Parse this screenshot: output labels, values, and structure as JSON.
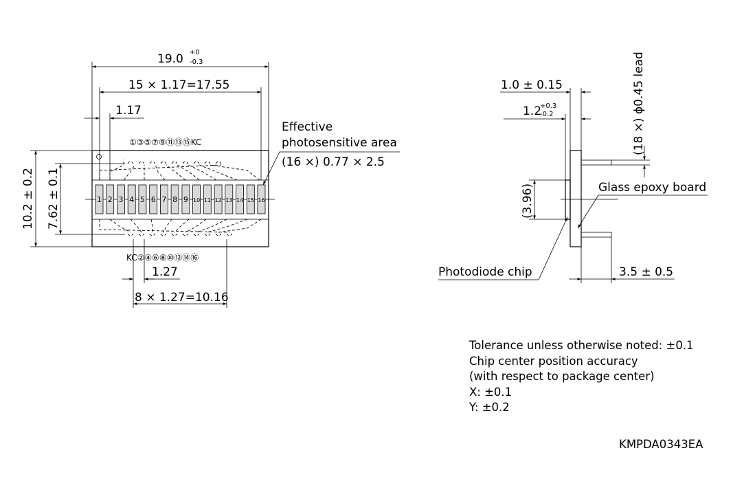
{
  "dims": {
    "width_main": "19.0",
    "width_tol_plus": "+0",
    "width_tol_minus": "-0.3",
    "pitch_span": "15 × 1.17=17.55",
    "pitch": "1.17",
    "height": "10.2 ± 0.2",
    "lead_row": "7.62 ± 0.1",
    "pin_pitch": "1.27",
    "pin_span": "8 × 1.27=10.16",
    "board_thk": "1.0 ± 0.15",
    "chip_thk_main": "1.2",
    "chip_tol_plus": "+0.3",
    "chip_tol_minus": "-0.2",
    "lead": "(18 ×) ϕ0.45 lead",
    "chip_h": "(3.96)",
    "lead_len": "3.5 ± 0.5"
  },
  "labels": {
    "effective_1": "Effective",
    "effective_2": "photosensitive area",
    "effective_3": "(16 ×) 0.77 × 2.5",
    "glass": "Glass epoxy board",
    "photodiode": "Photodiode chip",
    "top_pins": "①③⑤⑦⑨⑪⑬⑮KC",
    "bottom_pins": "KC②④⑥⑧⑩⑫⑭⑯"
  },
  "elements": [
    "1",
    "2",
    "3",
    "4",
    "5",
    "6",
    "7",
    "8",
    "9",
    "10",
    "11",
    "12",
    "13",
    "14",
    "15",
    "16"
  ],
  "notes": {
    "line1": "Tolerance unless otherwise noted: ±0.1",
    "line2": "Chip center position accuracy",
    "line3": "(with respect to package center)",
    "line4": "X: ±0.1",
    "line5": "Y: ±0.2"
  },
  "code": "KMPDA0343EA"
}
